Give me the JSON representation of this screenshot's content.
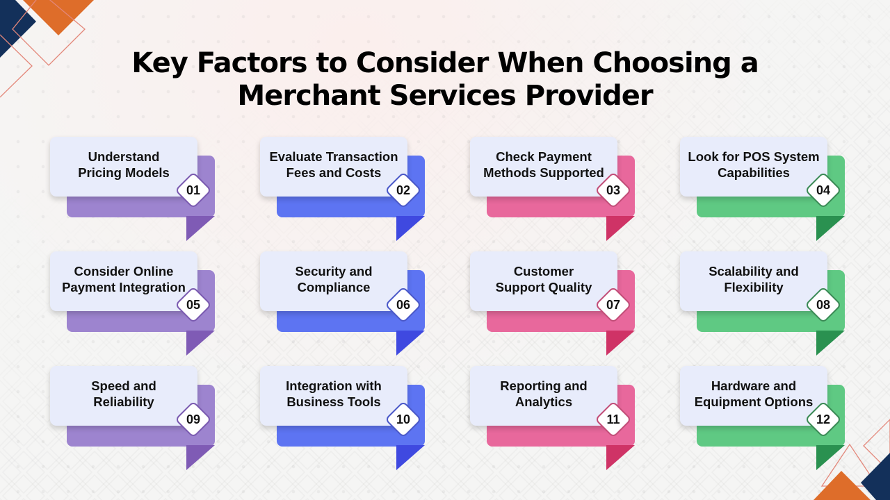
{
  "title": {
    "line1": "Key Factors to Consider When Choosing a",
    "line2": "Merchant Services Provider"
  },
  "colors": {
    "purple": {
      "back": "#9d84cf",
      "tail": "#7f5bb5",
      "border": "#7a5ab0"
    },
    "blue": {
      "back": "#5d74f2",
      "tail": "#3f49e0",
      "border": "#4a58c8"
    },
    "pink": {
      "back": "#e8689c",
      "tail": "#cf3366",
      "border": "#c24d78"
    },
    "green": {
      "back": "#5fc983",
      "tail": "#2a9150",
      "border": "#3a8a55"
    },
    "navy": "#13305a",
    "orange": "#de6d2a",
    "outline": "#e3877a"
  },
  "factors": [
    {
      "num": "01",
      "line1": "Understand",
      "line2": "Pricing Models",
      "color": "purple"
    },
    {
      "num": "02",
      "line1": "Evaluate Transaction",
      "line2": "Fees and Costs",
      "color": "blue"
    },
    {
      "num": "03",
      "line1": "Check Payment",
      "line2": "Methods Supported",
      "color": "pink"
    },
    {
      "num": "04",
      "line1": "Look for POS System",
      "line2": "Capabilities",
      "color": "green"
    },
    {
      "num": "05",
      "line1": "Consider Online",
      "line2": "Payment Integration",
      "color": "purple"
    },
    {
      "num": "06",
      "line1": "Security and",
      "line2": "Compliance",
      "color": "blue"
    },
    {
      "num": "07",
      "line1": "Customer",
      "line2": "Support Quality",
      "color": "pink"
    },
    {
      "num": "08",
      "line1": "Scalability and",
      "line2": "Flexibility",
      "color": "green"
    },
    {
      "num": "09",
      "line1": "Speed and",
      "line2": "Reliability",
      "color": "purple"
    },
    {
      "num": "10",
      "line1": "Integration with",
      "line2": "Business Tools",
      "color": "blue"
    },
    {
      "num": "11",
      "line1": "Reporting and",
      "line2": "Analytics",
      "color": "pink"
    },
    {
      "num": "12",
      "line1": "Hardware and",
      "line2": "Equipment Options",
      "color": "green"
    }
  ]
}
